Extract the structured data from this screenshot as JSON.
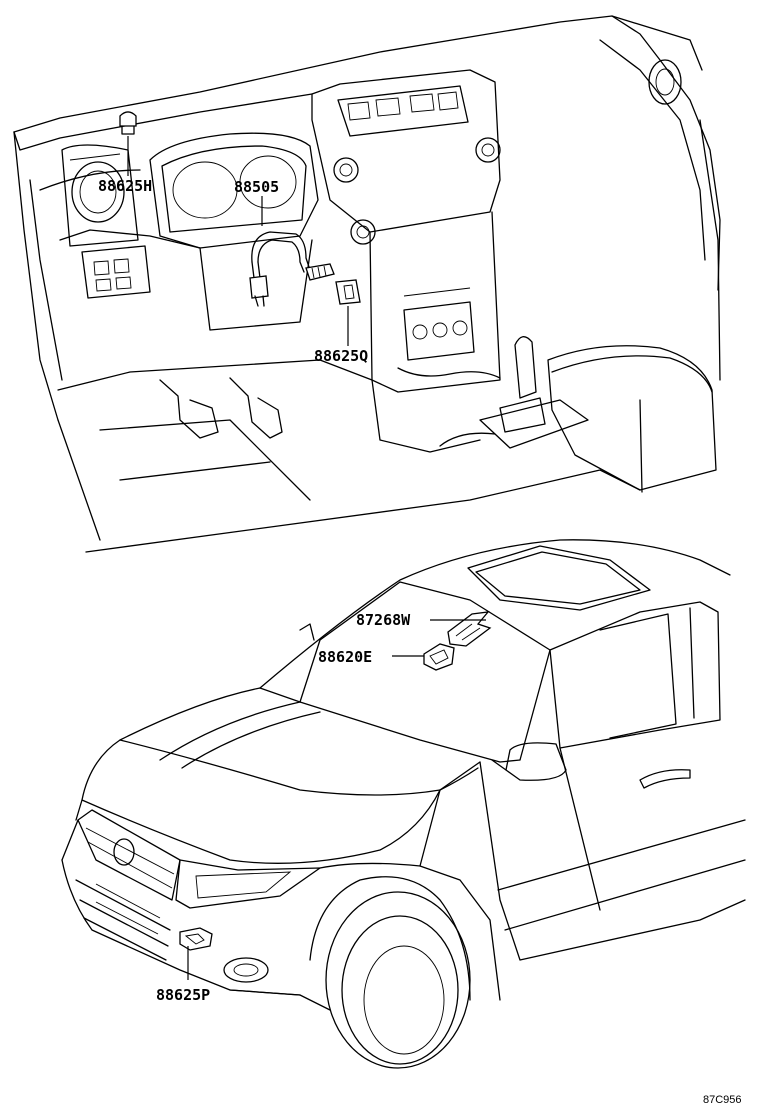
{
  "callouts": [
    {
      "id": "88625H",
      "label": "88625H"
    },
    {
      "id": "88505",
      "label": "88505"
    },
    {
      "id": "88625Q",
      "label": "88625Q"
    },
    {
      "id": "87268W",
      "label": "87268W"
    },
    {
      "id": "88620E",
      "label": "88620E"
    },
    {
      "id": "88625P",
      "label": "88625P"
    }
  ],
  "reference_code": "87C956"
}
